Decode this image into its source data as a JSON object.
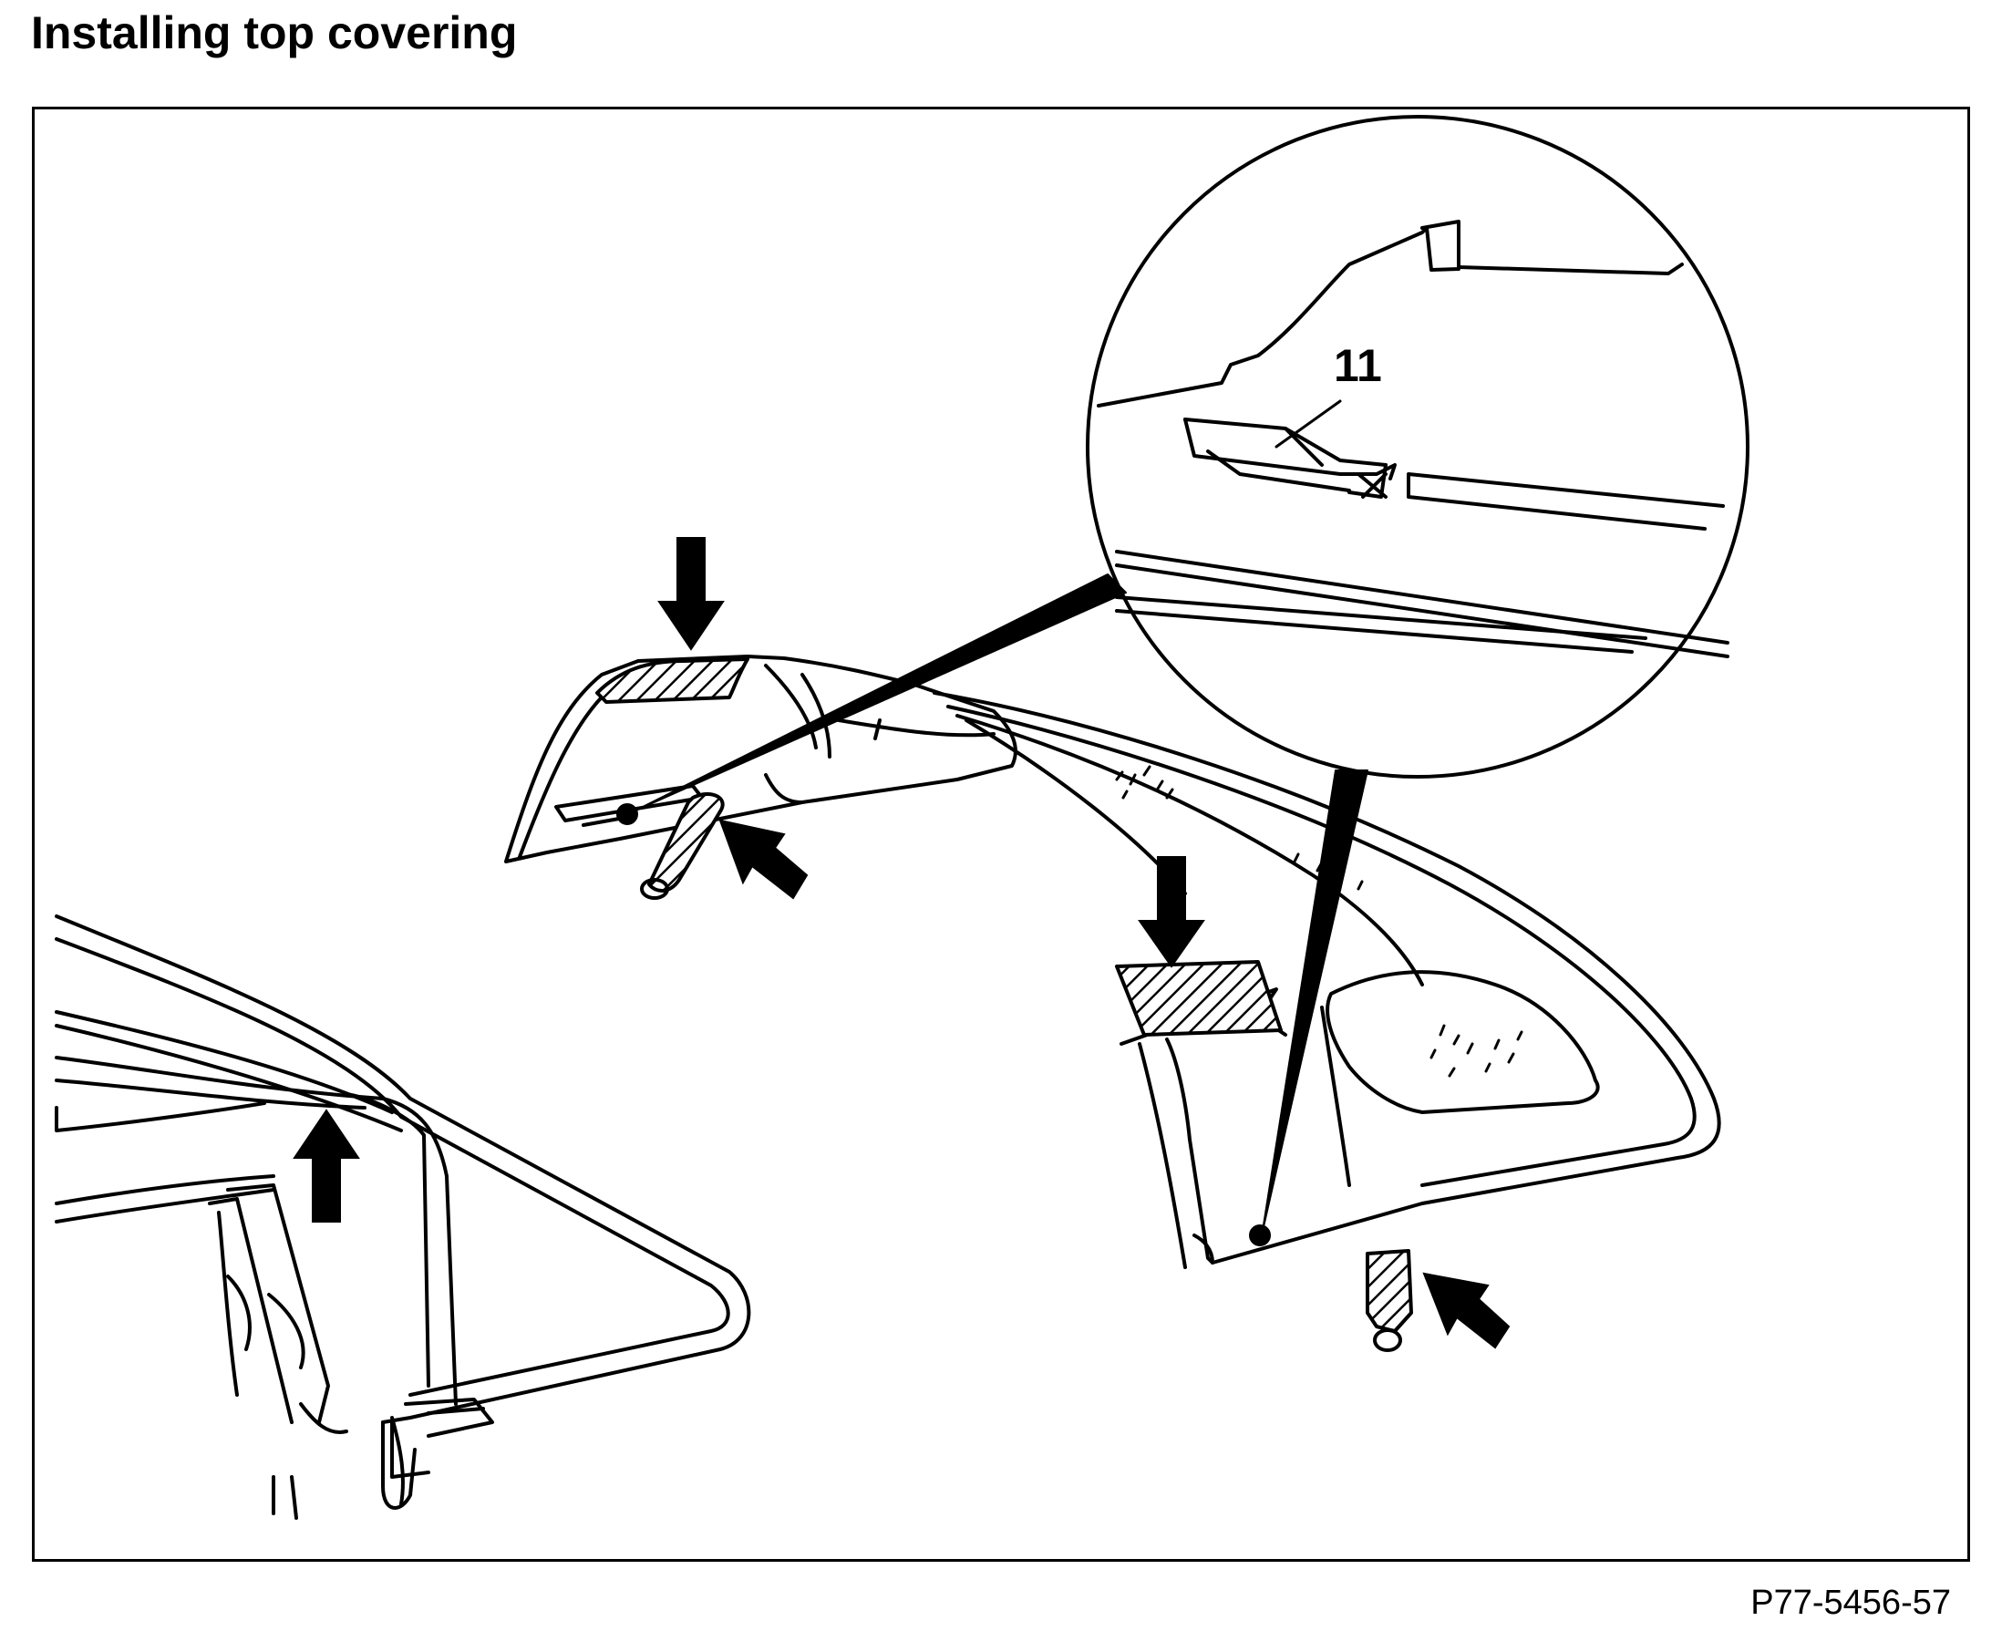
{
  "page": {
    "title": "Installing top covering",
    "figure_id": "P77-5456-57"
  },
  "figure": {
    "callouts": [
      {
        "label": "11"
      }
    ],
    "colors": {
      "line": "#000000",
      "background": "#ffffff"
    }
  }
}
